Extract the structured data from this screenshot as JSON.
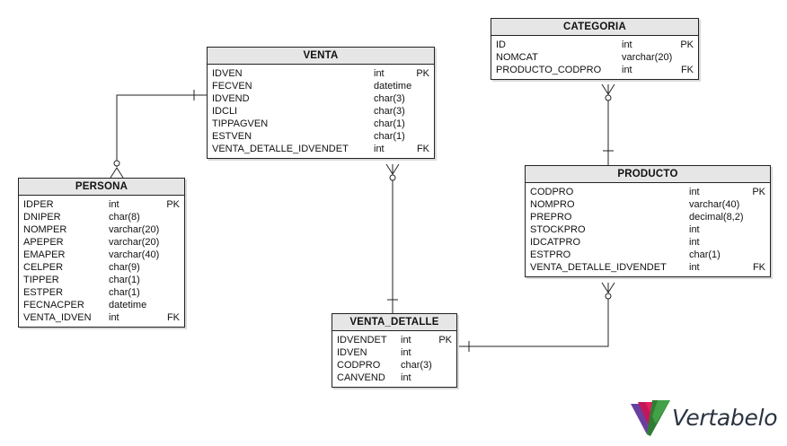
{
  "logo": {
    "text": "Vertabelo"
  },
  "tables": {
    "venta": {
      "name": "VENTA",
      "columns": [
        {
          "name": "IDVEN",
          "type": "int",
          "key": "PK"
        },
        {
          "name": "FECVEN",
          "type": "datetime",
          "key": ""
        },
        {
          "name": "IDVEND",
          "type": "char(3)",
          "key": ""
        },
        {
          "name": "IDCLI",
          "type": "char(3)",
          "key": ""
        },
        {
          "name": "TIPPAGVEN",
          "type": "char(1)",
          "key": ""
        },
        {
          "name": "ESTVEN",
          "type": "char(1)",
          "key": ""
        },
        {
          "name": "VENTA_DETALLE_IDVENDET",
          "type": "int",
          "key": "FK"
        }
      ]
    },
    "categoria": {
      "name": "CATEGORIA",
      "columns": [
        {
          "name": "ID",
          "type": "int",
          "key": "PK"
        },
        {
          "name": "NOMCAT",
          "type": "varchar(20)",
          "key": ""
        },
        {
          "name": "PRODUCTO_CODPRO",
          "type": "int",
          "key": "FK"
        }
      ]
    },
    "persona": {
      "name": "PERSONA",
      "columns": [
        {
          "name": "IDPER",
          "type": "int",
          "key": "PK"
        },
        {
          "name": "DNIPER",
          "type": "char(8)",
          "key": ""
        },
        {
          "name": "NOMPER",
          "type": "varchar(20)",
          "key": ""
        },
        {
          "name": "APEPER",
          "type": "varchar(20)",
          "key": ""
        },
        {
          "name": "EMAPER",
          "type": "varchar(40)",
          "key": ""
        },
        {
          "name": "CELPER",
          "type": "char(9)",
          "key": ""
        },
        {
          "name": "TIPPER",
          "type": "char(1)",
          "key": ""
        },
        {
          "name": "ESTPER",
          "type": "char(1)",
          "key": ""
        },
        {
          "name": "FECNACPER",
          "type": "datetime",
          "key": ""
        },
        {
          "name": "VENTA_IDVEN",
          "type": "int",
          "key": "FK"
        }
      ]
    },
    "producto": {
      "name": "PRODUCTO",
      "columns": [
        {
          "name": "CODPRO",
          "type": "int",
          "key": "PK"
        },
        {
          "name": "NOMPRO",
          "type": "varchar(40)",
          "key": ""
        },
        {
          "name": "PREPRO",
          "type": "decimal(8,2)",
          "key": ""
        },
        {
          "name": "STOCKPRO",
          "type": "int",
          "key": ""
        },
        {
          "name": "IDCATPRO",
          "type": "int",
          "key": ""
        },
        {
          "name": "ESTPRO",
          "type": "char(1)",
          "key": ""
        },
        {
          "name": "VENTA_DETALLE_IDVENDET",
          "type": "int",
          "key": "FK"
        }
      ]
    },
    "venta_detalle": {
      "name": "VENTA_DETALLE",
      "columns": [
        {
          "name": "IDVENDET",
          "type": "int",
          "key": "PK"
        },
        {
          "name": "IDVEN",
          "type": "int",
          "key": ""
        },
        {
          "name": "CODPRO",
          "type": "char(3)",
          "key": ""
        },
        {
          "name": "CANVEND",
          "type": "int",
          "key": ""
        }
      ]
    }
  }
}
